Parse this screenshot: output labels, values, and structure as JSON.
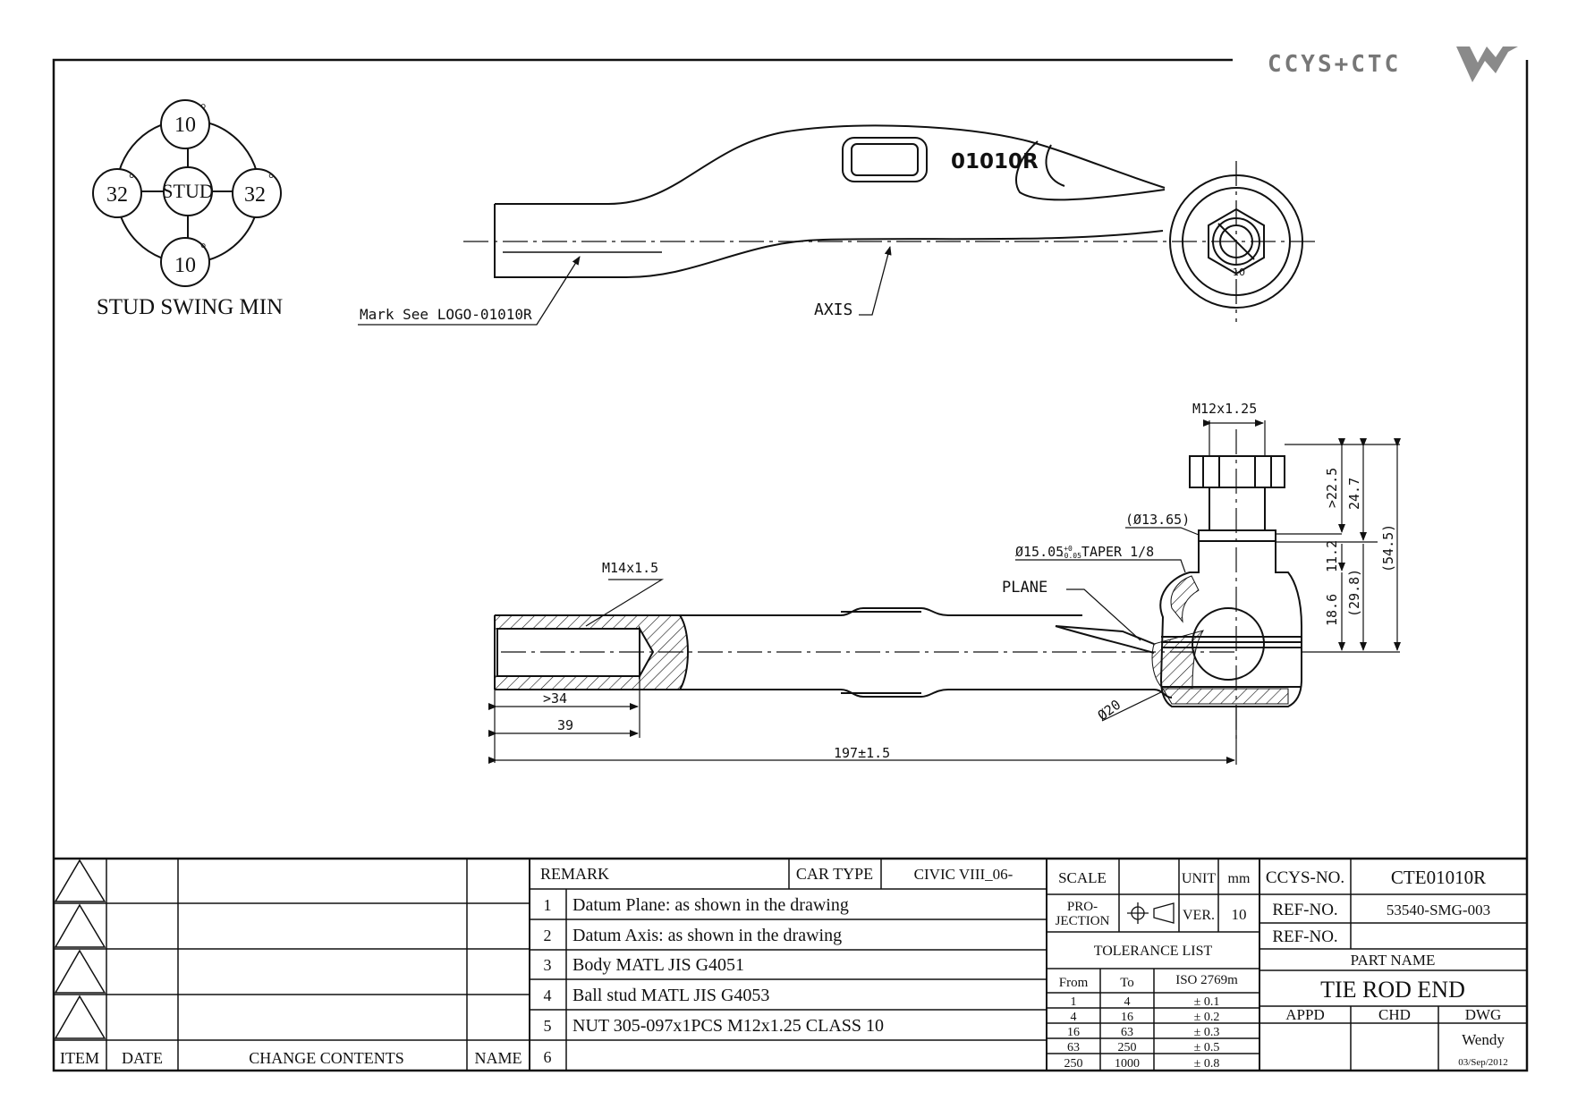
{
  "logo": {
    "text": "CCYS+CTC"
  },
  "stud_swing": {
    "title": "STUD SWING MIN",
    "center": "STUD",
    "top": "10",
    "bottom": "10",
    "left": "32",
    "right": "32",
    "degree": "°"
  },
  "top_view": {
    "part_mark": "01010R",
    "mark_label": "Mark See LOGO-01010R",
    "axis_label": "AXIS",
    "nut_mark": "10"
  },
  "section_view": {
    "thread_stud": "M12x1.25",
    "thread_body": "M14x1.5",
    "dim_taper_dia": "(Ø13.65)",
    "taper_main": "Ø15.05",
    "taper_tol_upper": "+0",
    "taper_tol_lower": "-0.05",
    "taper_suffix": "TAPER 1/8",
    "plane_label": "PLANE",
    "ball_dia": "Ø20",
    "dim_34": ">34",
    "dim_39": "39",
    "dim_length": "197±1.5",
    "dim_22_5": ">22.5",
    "dim_24_7": "24.7",
    "dim_54_5": "(54.5)",
    "dim_11_2": "11.2",
    "dim_29_8": "(29.8)",
    "dim_18_6": "18.6"
  },
  "revision_table": {
    "headers": {
      "item": "ITEM",
      "date": "DATE",
      "change": "CHANGE CONTENTS",
      "name": "NAME"
    }
  },
  "remarks": {
    "header": "REMARK",
    "car_type_label": "CAR TYPE",
    "car_type": "CIVIC VIII_06-",
    "items": [
      {
        "no": "1",
        "text": "Datum Plane: as shown in the drawing"
      },
      {
        "no": "2",
        "text": "Datum Axis: as shown in the drawing"
      },
      {
        "no": "3",
        "text": "Body MATL JIS G4051"
      },
      {
        "no": "4",
        "text": "Ball stud MATL JIS G4053"
      },
      {
        "no": "5",
        "text": "NUT 305-097x1PCS M12x1.25 CLASS 10"
      },
      {
        "no": "6",
        "text": ""
      }
    ]
  },
  "scale_block": {
    "scale_label": "SCALE",
    "scale_value": "",
    "unit_label": "UNIT",
    "unit_value": "mm",
    "projection_label_1": "PRO-",
    "projection_label_2": "JECTION",
    "ver_label": "VER.",
    "ver_value": "10",
    "tolerance_title": "TOLERANCE LIST",
    "tol_headers": {
      "from": "From",
      "to": "To",
      "iso": "ISO 2769m"
    },
    "tol_rows": [
      {
        "from": "1",
        "to": "4",
        "tol": "± 0.1"
      },
      {
        "from": "4",
        "to": "16",
        "tol": "± 0.2"
      },
      {
        "from": "16",
        "to": "63",
        "tol": "± 0.3"
      },
      {
        "from": "63",
        "to": "250",
        "tol": "± 0.5"
      },
      {
        "from": "250",
        "to": "1000",
        "tol": "± 0.8"
      }
    ]
  },
  "title_block": {
    "ccys_label": "CCYS-NO.",
    "ccys_value": "CTE01010R",
    "ref1_label": "REF-NO.",
    "ref1_value": "53540-SMG-003",
    "ref2_label": "REF-NO.",
    "ref2_value": "",
    "part_name_label": "PART NAME",
    "part_name": "TIE ROD END",
    "appd": "APPD",
    "chd": "CHD",
    "dwg": "DWG",
    "drawer": "Wendy",
    "date": "03/Sep/2012"
  }
}
